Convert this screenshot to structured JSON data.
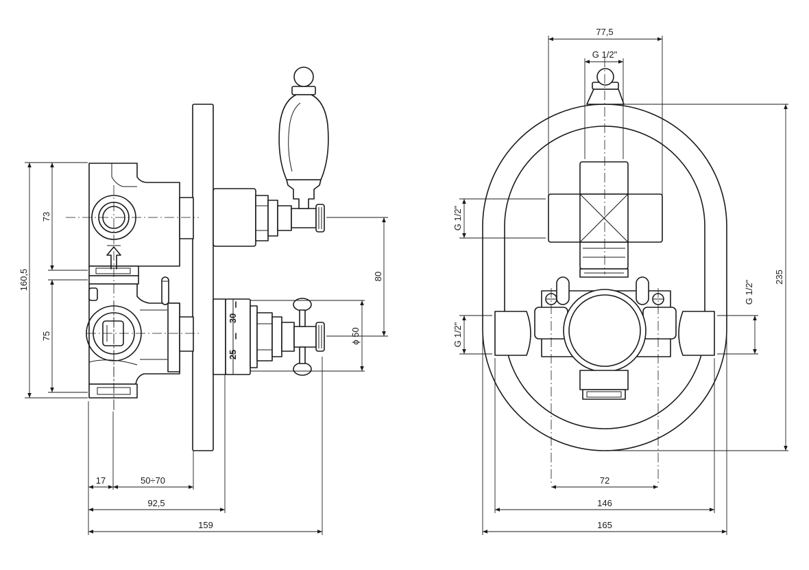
{
  "side_view": {
    "dims": {
      "d_17": "17",
      "d_50_70": "50÷70",
      "d_92_5": "92,5",
      "d_159": "159",
      "d_160_5": "160,5",
      "d_73": "73",
      "d_75": "75",
      "d_80": "80",
      "d_phi50": "ϕ 50"
    },
    "scale": {
      "s30": "30",
      "s25": "25"
    }
  },
  "front_view": {
    "dims": {
      "d_77_5": "77,5",
      "d_g_top": "G 1/2\"",
      "d_g_left_top": "G 1/2\"",
      "d_g_left_bottom": "G 1/2\"",
      "d_g_right": "G 1/2\"",
      "d_235": "235",
      "d_72": "72",
      "d_146": "146",
      "d_165": "165"
    }
  }
}
